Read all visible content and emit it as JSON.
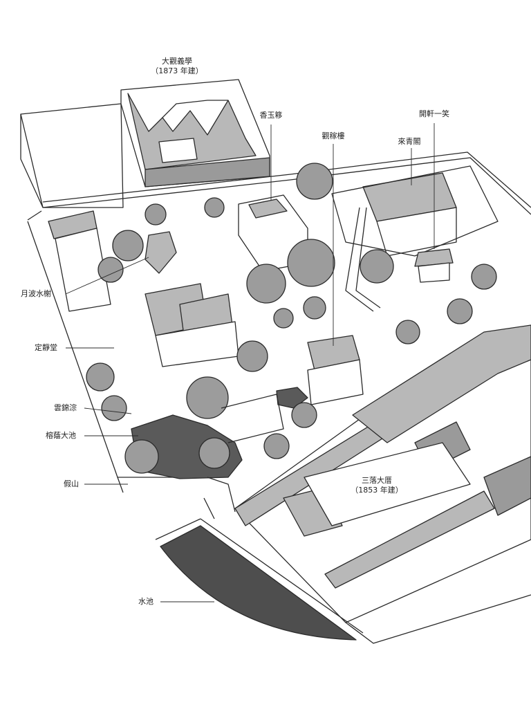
{
  "labels": {
    "daguan": {
      "name": "大觀義學",
      "sub": "（1873 年建）"
    },
    "xiangyu": "香玉簃",
    "kaixuan": "開軒一笑",
    "guanjia": "觀稼樓",
    "laiqing": "來青閣",
    "yuebo": "月波水榭",
    "dingjing": "定靜堂",
    "yunjin": "雲錦淙",
    "rongyin": "榕蔭大池",
    "jiashan": "假山",
    "sanluo": {
      "name": "三落大厝",
      "sub": "（1853 年建）"
    },
    "shuichi": "水池"
  },
  "colors": {
    "ink": "#2a2a2a",
    "roof": "#b8b8b8",
    "roof_dark": "#9a9a9a",
    "pond": "#5a5a5a",
    "pond_large": "#4e4e4e",
    "tree": "#9c9c9c",
    "ground": "#ffffff"
  }
}
